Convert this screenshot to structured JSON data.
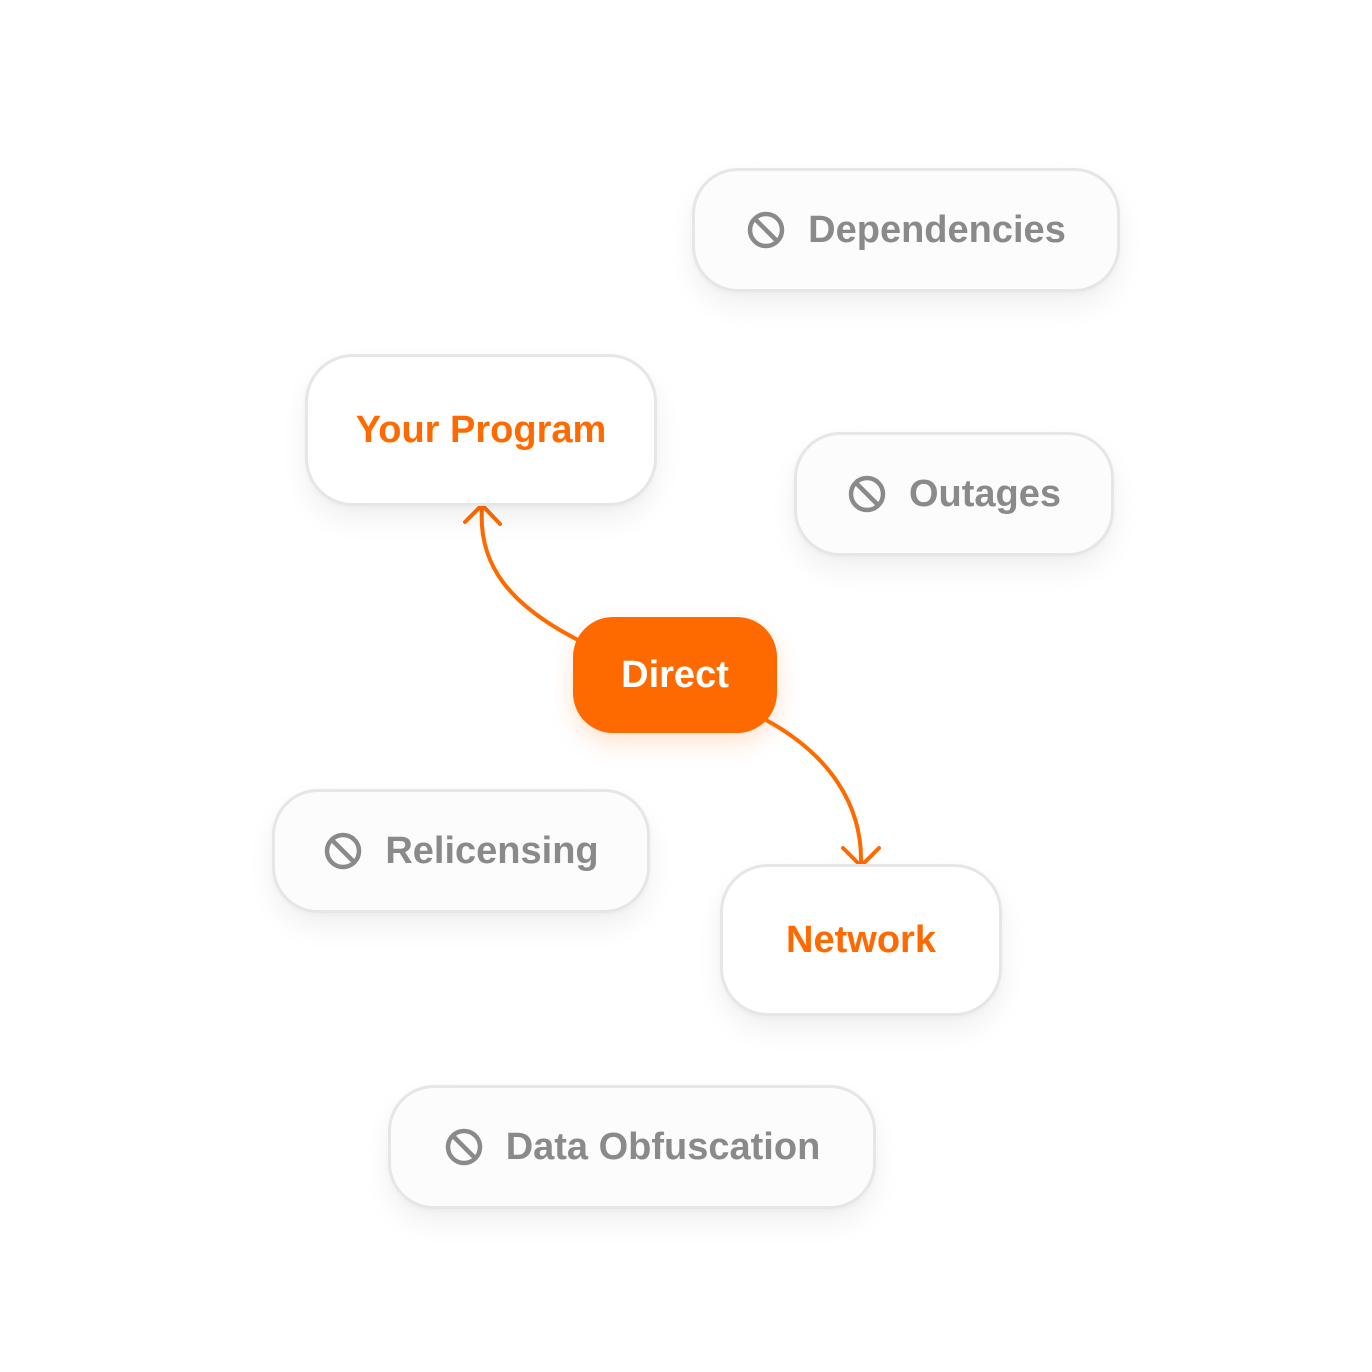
{
  "colors": {
    "accent": "#ff6a00",
    "muted_text": "#8a8a8a",
    "border": "#e6e6e6",
    "background": "#ffffff"
  },
  "nodes": {
    "hub": {
      "label": "Direct"
    },
    "targets": [
      {
        "label": "Your Program"
      },
      {
        "label": "Network"
      }
    ],
    "excluded": [
      {
        "label": "Dependencies",
        "icon": "blocked-icon"
      },
      {
        "label": "Outages",
        "icon": "blocked-icon"
      },
      {
        "label": "Relicensing",
        "icon": "blocked-icon"
      },
      {
        "label": "Data Obfuscation",
        "icon": "blocked-icon"
      }
    ]
  }
}
